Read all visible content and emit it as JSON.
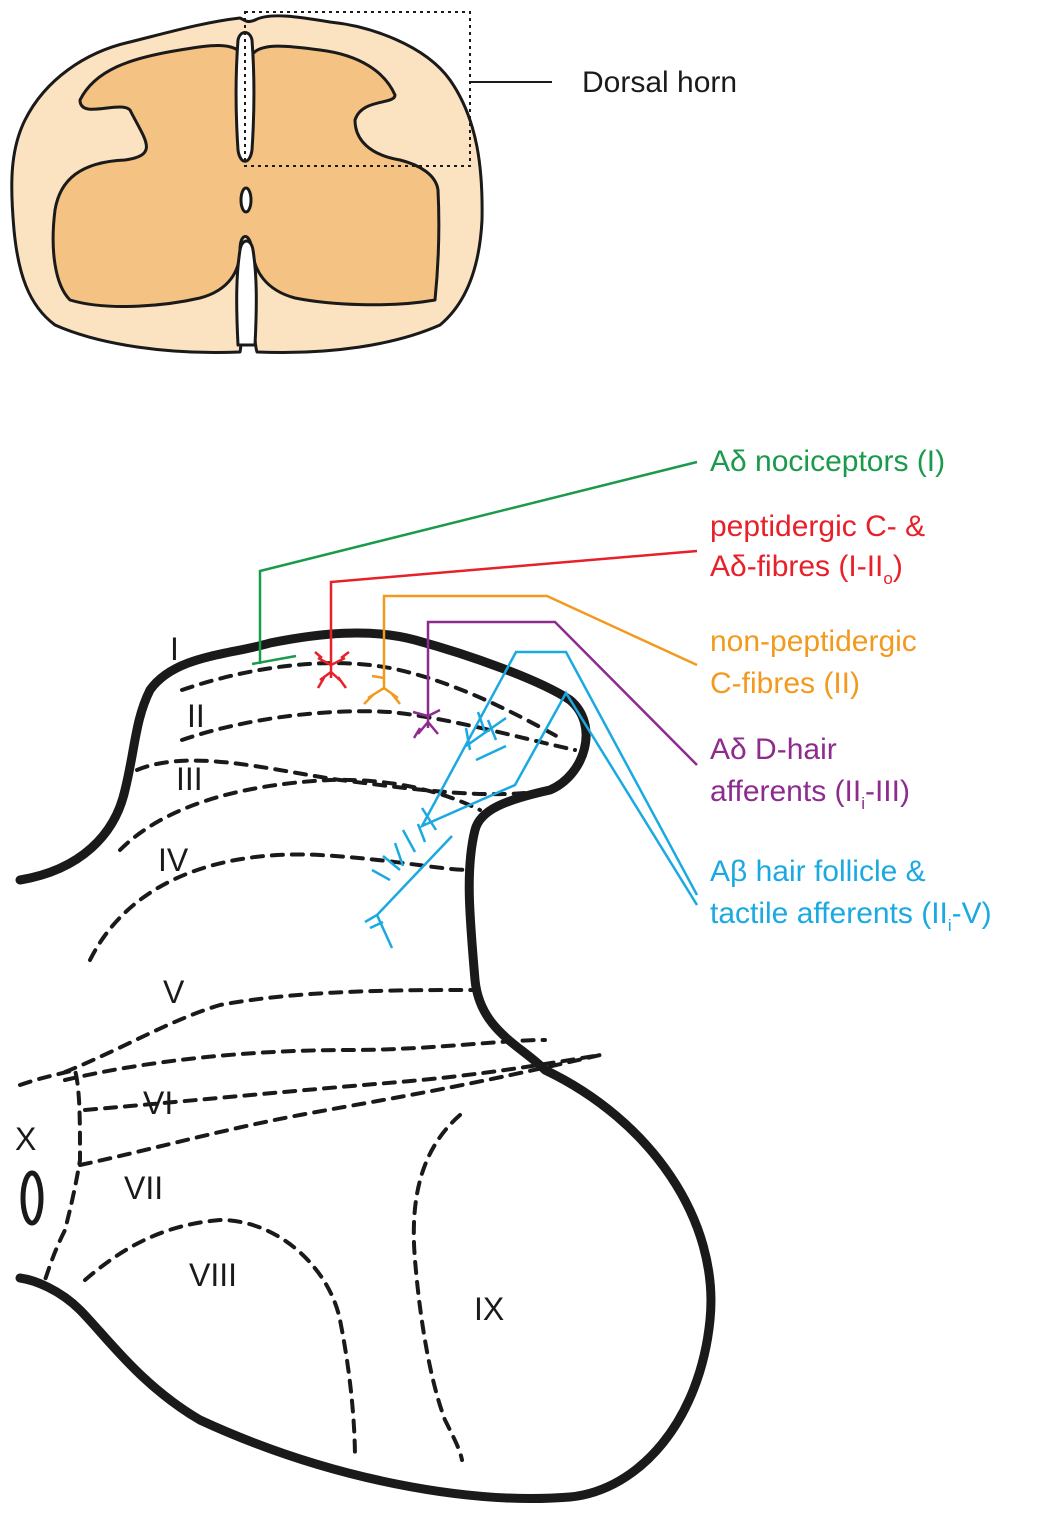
{
  "cross_section": {
    "label": "Dorsal horn"
  },
  "laminae": {
    "I": "I",
    "II": "II",
    "III": "III",
    "IV": "IV",
    "V": "V",
    "VI": "VI",
    "VII": "VII",
    "VIII": "VIII",
    "IX": "IX",
    "X": "X"
  },
  "afferents": {
    "a_delta_nociceptors": {
      "line1": "Aδ nociceptors (I)",
      "color": "#1a9a4a"
    },
    "peptidergic": {
      "line1": "peptidergic C- &",
      "line2_pre": "Aδ-fibres (I-II",
      "line2_sub": "o",
      "line2_post": ")",
      "color": "#e8202a"
    },
    "non_peptidergic": {
      "line1": "non-peptidergic",
      "line2": "C-fibres (II)",
      "color": "#f39a1e"
    },
    "d_hair": {
      "line1": "Aδ D-hair",
      "line2_pre": "afferents (II",
      "line2_sub": "i",
      "line2_post": "-III)",
      "color": "#8e2b8e"
    },
    "a_beta": {
      "line1": "Aβ hair follicle &",
      "line2_pre": "tactile afferents (II",
      "line2_sub": "i",
      "line2_post": "-V)",
      "color": "#1ba9e1"
    }
  },
  "colors": {
    "white_matter": "#fbe3c1",
    "grey_matter": "#f4c283",
    "outline": "#1a1a1a"
  }
}
